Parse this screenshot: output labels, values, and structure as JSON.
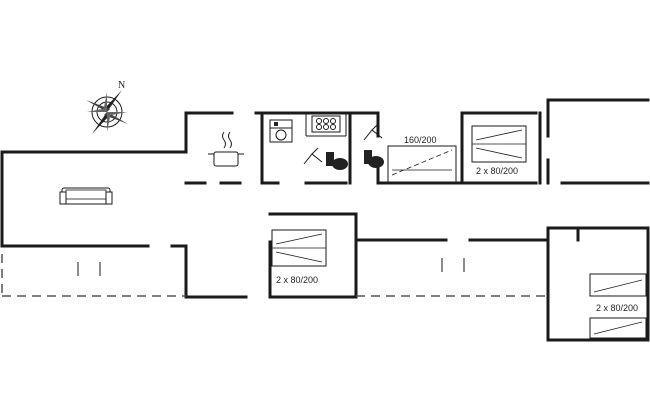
{
  "compass": {
    "north_label": "N"
  },
  "beds": {
    "bed_a": "160/200",
    "bed_b": "2 x 80/200",
    "bed_c": "2 x 80/200",
    "bed_d": "2 x 80/200"
  },
  "colors": {
    "wall": "#1a1a1a",
    "background": "#ffffff"
  }
}
